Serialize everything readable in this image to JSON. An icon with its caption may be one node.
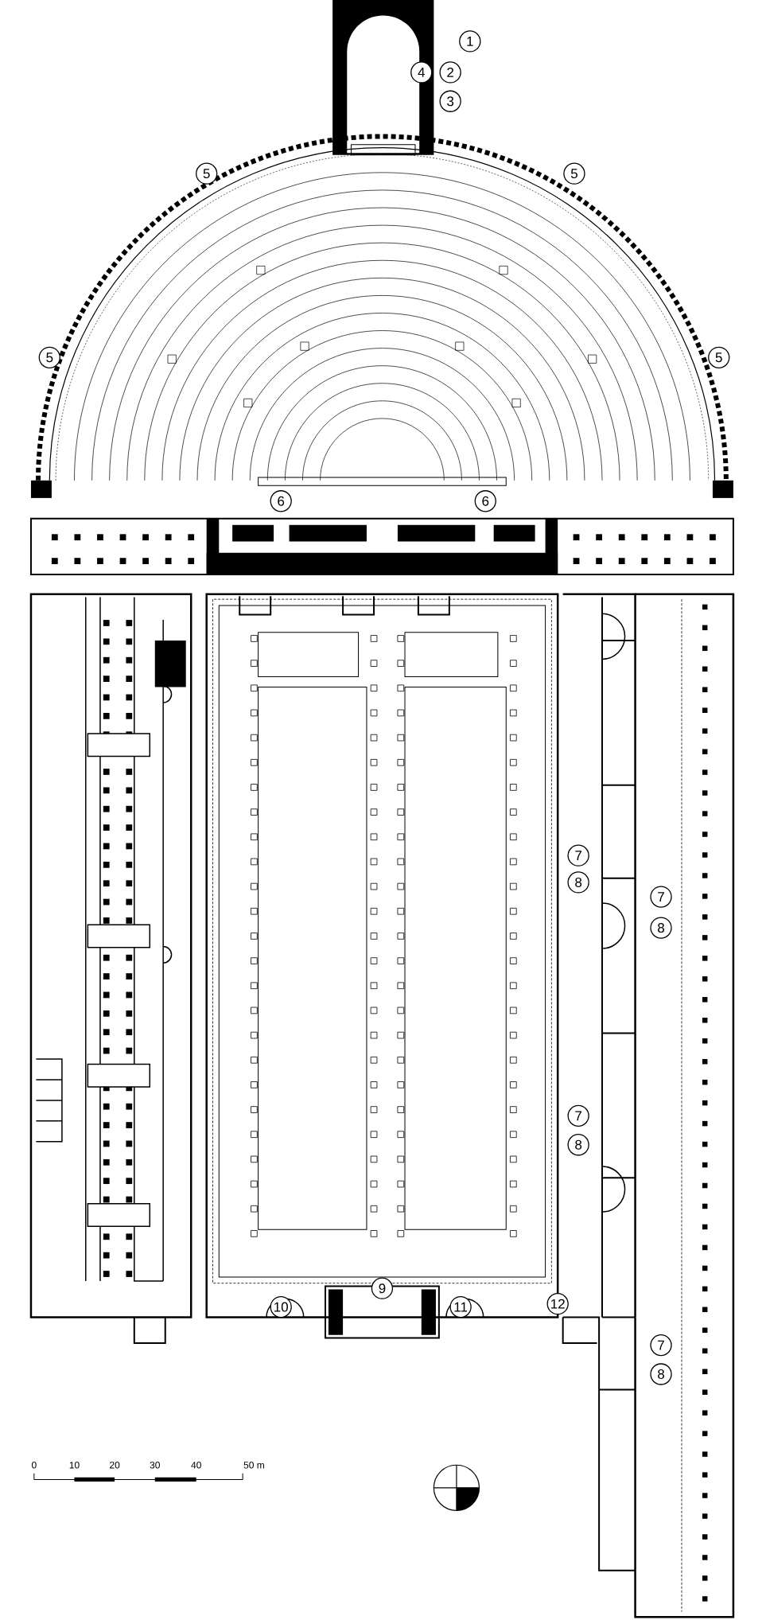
{
  "diagram": {
    "labels": [
      "1",
      "4",
      "2",
      "3",
      "5",
      "5",
      "5",
      "5",
      "6",
      "6",
      "7",
      "8",
      "7",
      "8",
      "7",
      "8",
      "9",
      "10",
      "11",
      "12",
      "7",
      "8",
      "0",
      "10",
      "20",
      "30",
      "40",
      "50 m"
    ]
  }
}
